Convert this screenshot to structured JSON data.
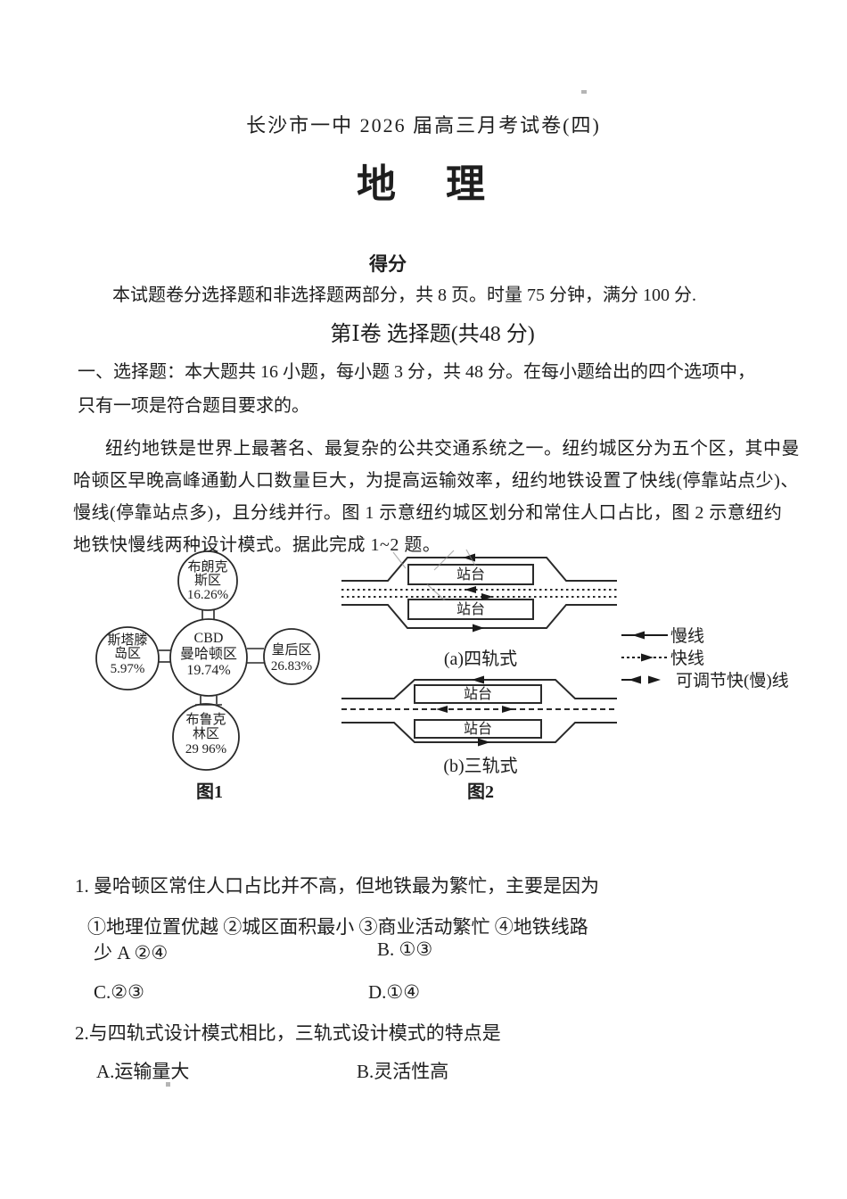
{
  "page": {
    "exam_title": "长沙市一中 2026 届高三月考试卷(四)",
    "subject": "地　理",
    "score_label": "得分",
    "intro": "本试题卷分选择题和非选择题两部分，共 8 页。时量 75 分钟，满分 100 分.",
    "part1_title": "第Ⅰ卷 选择题(共48 分)",
    "section1_line1": "一、选择题：本大题共 16 小题，每小题 3 分，共 48 分。在每小题给出的四个选项中，",
    "section1_line2": "只有一项是符合题目要求的。"
  },
  "passage": {
    "lines": [
      "纽约地铁是世界上最著名、最复杂的公共交通系统之一。纽约城区分为五个区，其中曼",
      "哈顿区早晚高峰通勤人口数量巨大，为提高运输效率，纽约地铁设置了快线(停靠站点少)、",
      "慢线(停靠站点多)，且分线并行。图 1 示意纽约城区划分和常住人口占比，图 2 示意纽约",
      "地铁快慢线两种设计模式。据此完成 1~2 题。"
    ]
  },
  "figure1": {
    "caption": "图1",
    "nodes": {
      "bronx": {
        "line1": "布朗克",
        "line2": "斯区",
        "value": "16.26%"
      },
      "staten": {
        "line1": "斯塔滕",
        "line2": "岛区",
        "value": "5.97%"
      },
      "manhattan": {
        "line1": "CBD",
        "line2": "曼哈顿区",
        "value": "19.74%"
      },
      "queens": {
        "line1": "皇后区",
        "value": "26.83%"
      },
      "brooklyn": {
        "line1": "布鲁克",
        "line2": "林区",
        "value": "29 96%"
      }
    }
  },
  "figure2": {
    "caption": "图2",
    "platform": "站台",
    "caption_a": "(a)四轨式",
    "caption_b": "(b)三轨式",
    "legend": {
      "slow": "慢线",
      "fast": "快线",
      "adjustable": "可调节快(慢)线"
    }
  },
  "questions": [
    {
      "stem": "1. 曼哈顿区常住人口占比并不高，但地铁最为繁忙，主要是因为",
      "items_line": "①地理位置优越 ②城区面积最小 ③商业活动繁忙 ④地铁线路",
      "option_a": "少 A ②④",
      "option_b": "B. ①③",
      "option_c": "C.②③",
      "option_d": "D.①④"
    },
    {
      "stem": "2.与四轨式设计模式相比，三轨式设计模式的特点是",
      "option_a": "A.运输量大",
      "option_b": "B.灵活性高"
    }
  ]
}
